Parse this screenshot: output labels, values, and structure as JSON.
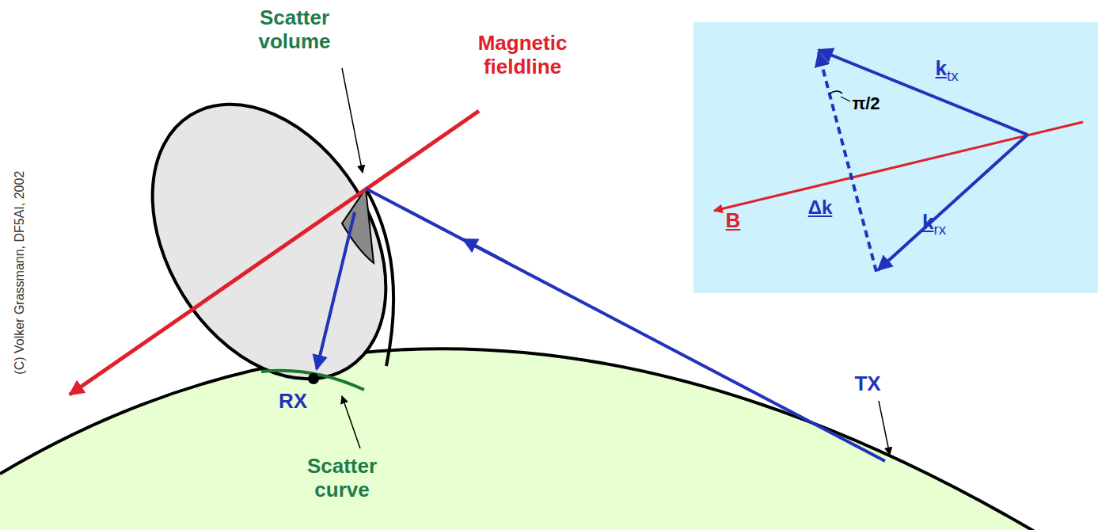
{
  "diagram": {
    "labels": [
      "Scatter volume",
      "Magnetic fieldline",
      "TX",
      "RX",
      "Scatter curve",
      "(C) Volker Grassmann, DF5AI, 2002",
      "ktx",
      "π/2",
      "B",
      "Δk",
      "krx"
    ]
  }
}
